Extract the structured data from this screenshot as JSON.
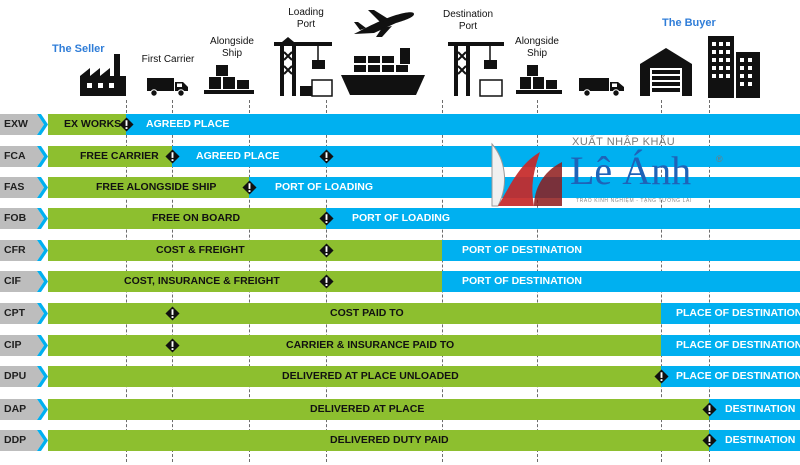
{
  "header": {
    "seller_label": "The Seller",
    "buyer_label": "The Buyer",
    "stages": [
      {
        "label": "First Carrier"
      },
      {
        "label": "Alongside\nShip"
      },
      {
        "label": "Loading\nPort"
      },
      {
        "label": "Destination\nPort"
      },
      {
        "label": "Alongside\nShip"
      }
    ],
    "icons": [
      "factory-icon",
      "truck-icon",
      "cargo-boxes-icon",
      "crane-icon",
      "airplane-icon",
      "container-ship-icon",
      "crane-icon",
      "cargo-boxes-icon",
      "truck-icon",
      "warehouse-icon",
      "office-building-icon"
    ]
  },
  "logo": {
    "tagline": "XUẤT NHẬP KHẨU",
    "name": "Lê Ánh",
    "registered": "®",
    "slogan": "TRAO KINH NGHIỆM - TẶNG TƯƠNG LAI"
  },
  "colors": {
    "seller_cost": "#8dbf2f",
    "buyer_cost": "#00b0f0",
    "risk_transfer": "#111111",
    "heading_blue": "#2f7dd8"
  },
  "rows": [
    {
      "code": "EXW",
      "green_label": "EX WORKS",
      "blue_label": "AGREED PLACE"
    },
    {
      "code": "FCA",
      "green_label": "FREE CARRIER",
      "blue_label": "AGREED PLACE"
    },
    {
      "code": "FAS",
      "green_label": "FREE ALONGSIDE SHIP",
      "blue_label": "PORT OF LOADING"
    },
    {
      "code": "FOB",
      "green_label": "FREE  ON BOARD",
      "blue_label": "PORT OF LOADING"
    },
    {
      "code": "CFR",
      "green_label": "COST & FREIGHT",
      "blue_label": "PORT OF DESTINATION"
    },
    {
      "code": "CIF",
      "green_label": "COST, INSURANCE & FREIGHT",
      "blue_label": "PORT OF DESTINATION"
    },
    {
      "code": "CPT",
      "green_label": "COST PAID TO",
      "blue_label": "PLACE OF DESTINATION"
    },
    {
      "code": "CIP",
      "green_label": "CARRIER & INSURANCE PAID TO",
      "blue_label": "PLACE OF DESTINATION"
    },
    {
      "code": "DPU",
      "green_label": "DELIVERED AT PLACE UNLOADED",
      "blue_label": "PLACE OF DESTINATION"
    },
    {
      "code": "DAP",
      "green_label": "DELIVERED AT PLACE",
      "blue_label": "DESTINATION"
    },
    {
      "code": "DDP",
      "green_label": "DELIVERED DUTY PAID",
      "blue_label": "DESTINATION"
    }
  ]
}
